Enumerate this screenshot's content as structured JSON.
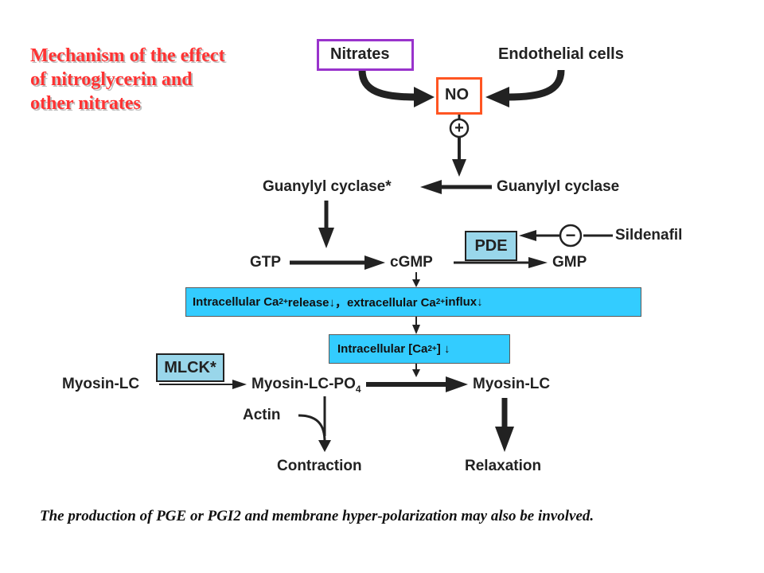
{
  "title": "Mechanism of the effect of nitroglycerin and other nitrates",
  "nodes": {
    "nitrates": "Nitrates",
    "endothelial": "Endothelial cells",
    "no": "NO",
    "plus": "+",
    "gc_active": "Guanylyl cyclase*",
    "gc": "Guanylyl cyclase",
    "gtp": "GTP",
    "cgmp": "cGMP",
    "gmp": "GMP",
    "pde": "PDE",
    "minus": "−",
    "sildenafil": "Sildenafil",
    "mlck": "MLCK*",
    "myosin_lc_left": "Myosin-LC",
    "myosin_lc_po4_main": "Myosin-LC-PO",
    "myosin_lc_po4_sub": "4",
    "myosin_lc_right": "Myosin-LC",
    "actin": "Actin",
    "contraction": "Contraction",
    "relaxation": "Relaxation"
  },
  "ca_box1": {
    "p1": "Intracellular Ca",
    "sup1": "2+",
    "p2": " release↓，extracellular Ca",
    "sup2": "2+",
    "p3": " influx↓"
  },
  "ca_box2": {
    "p1": "Intracellular [Ca",
    "sup1": "2+",
    "p2": "] ↓"
  },
  "footer": "The production of PGE or PGI2 and membrane hyper-polarization may also be involved.",
  "colors": {
    "title": "#ff3333",
    "purple_box": "#9933cc",
    "orange_box": "#ff5522",
    "cyan_box": "#33ccff",
    "light_blue_box": "#99d6ea"
  }
}
